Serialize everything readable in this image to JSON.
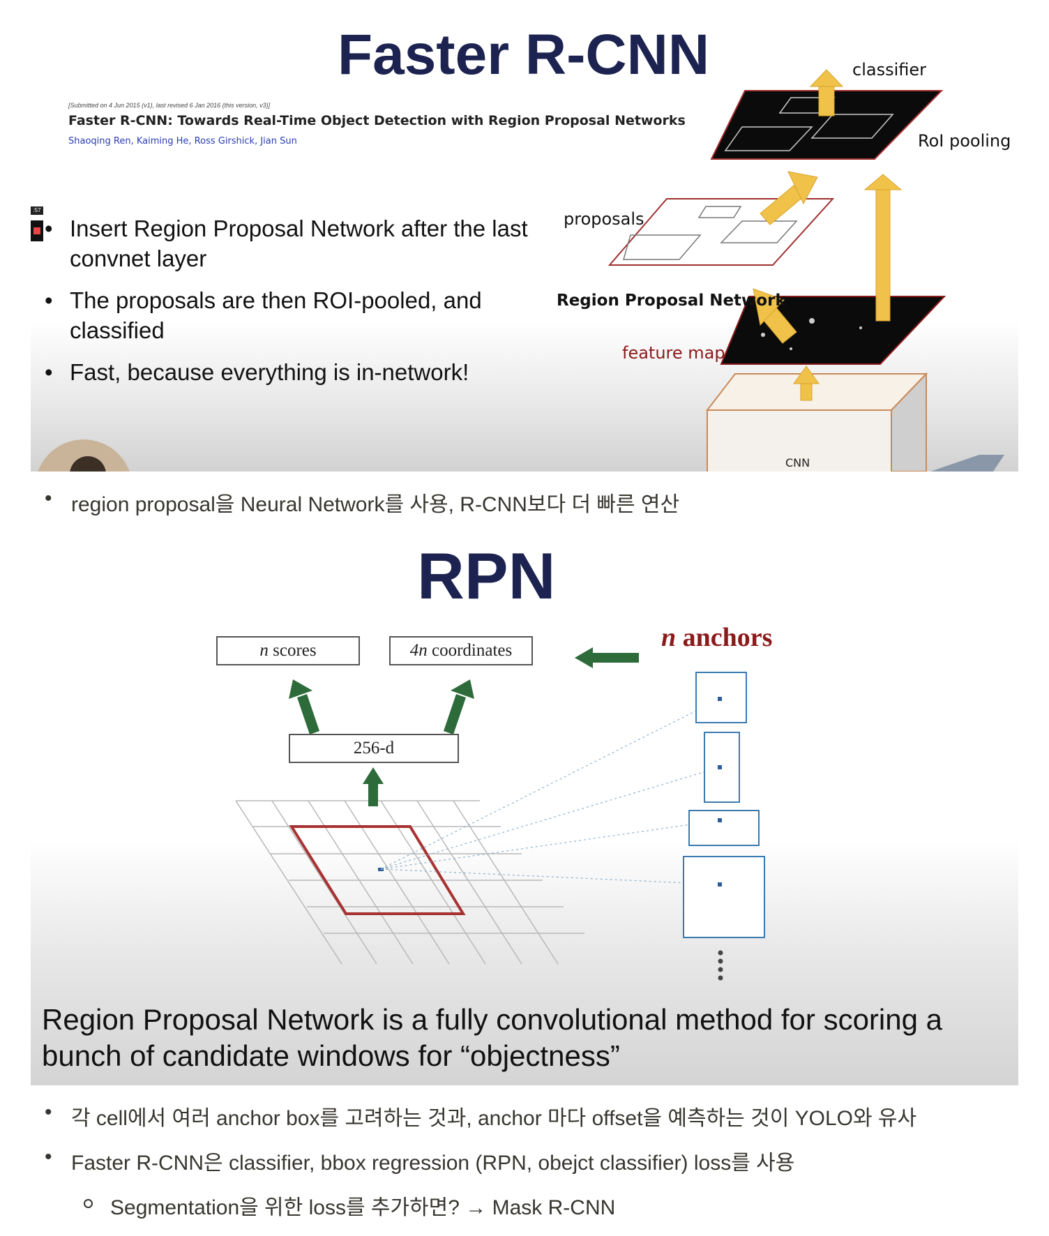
{
  "slide1": {
    "title": "Faster R-CNN",
    "paper_meta": "[Submitted on 4 Jun 2015 (v1), last revised 6 Jan 2016 (this version, v3)]",
    "paper_title": "Faster R-CNN: Towards Real-Time Object Detection with Region Proposal Networks",
    "paper_authors": "Shaoqing Ren, Kaiming He, Ross Girshick, Jian Sun",
    "timestamp": ":57",
    "bullets": [
      "Insert Region Proposal Network after the last convnet layer",
      "The proposals are then ROI-pooled, and classified",
      "Fast, because everything is in-network!"
    ],
    "figure": {
      "classifier": "classifier",
      "roi_pooling": "RoI pooling",
      "proposals": "proposals",
      "rpn": "Region Proposal Network",
      "feature_map": "feature map",
      "cnn": "CNN"
    }
  },
  "note1": "region proposal을 Neural Network를 사용, R-CNN보다 더 빠른 연산",
  "slide2": {
    "title": "RPN",
    "box_scores_var": "n",
    "box_scores_text": " scores",
    "box_coords_var": "4n",
    "box_coords_text": " coordinates",
    "box_256": "256-d",
    "anchors_var": "n",
    "anchors_text": " anchors",
    "caption": "Region Proposal Network is a fully convolutional method for scoring a bunch of candidate windows for “objectness”"
  },
  "note2": "각 cell에서 여러 anchor box를 고려하는 것과, anchor 마다 offset을 예측하는 것이 YOLO와 유사",
  "note3": "Faster R-CNN은 classifier, bbox regression (RPN, obejct classifier) loss를 사용",
  "subnote1": "Segmentation을 위한 loss를 추가하면? → Mask R-CNN",
  "colors": {
    "title_navy": "#1c2350",
    "arrow_yellow": "#f0c24a",
    "arrow_green": "#2e6b3a",
    "anchor_red": "#8b1a1a",
    "anchor_blue": "#3a7ab0"
  }
}
